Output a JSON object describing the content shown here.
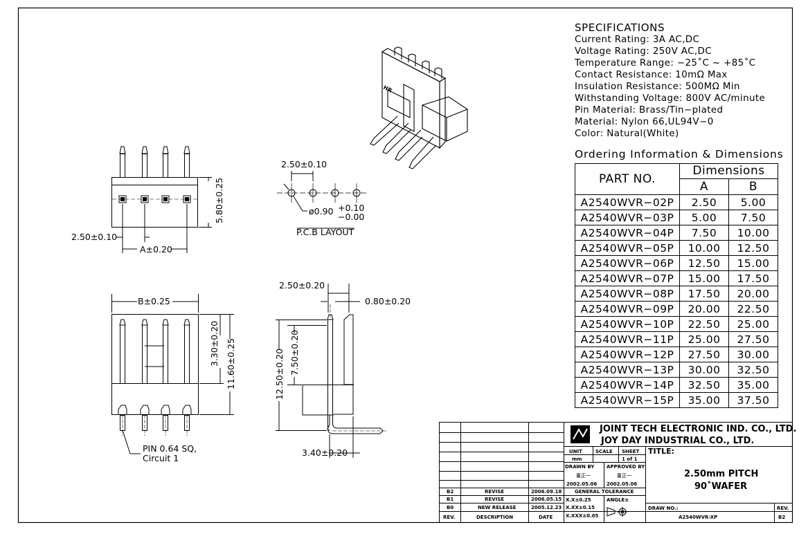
{
  "specifications": {
    "heading": "SPECIFICATIONS",
    "lines": [
      "Current Rating: 3A AC,DC",
      "Voltage Rating: 250V AC,DC",
      "Temperature Range: −25˚C ~ +85˚C",
      "Contact Resistance: 10mΩ Max",
      "Insulation Resistance: 500MΩ Min",
      "Withstanding Voltage: 800V AC/minute",
      "Pin Material: Brass/Tin−plated",
      "Material: Nylon 66,UL94V−0",
      "Color: Natural(White)"
    ]
  },
  "ordering": {
    "title": "Ordering Information & Dimensions",
    "col_part": "PART NO.",
    "col_dims": "Dimensions",
    "col_a": "A",
    "col_b": "B",
    "rows": [
      {
        "part": "A2540WVR−02P",
        "a": "2.50",
        "b": "5.00"
      },
      {
        "part": "A2540WVR−03P",
        "a": "5.00",
        "b": "7.50"
      },
      {
        "part": "A2540WVR−04P",
        "a": "7.50",
        "b": "10.00"
      },
      {
        "part": "A2540WVR−05P",
        "a": "10.00",
        "b": "12.50"
      },
      {
        "part": "A2540WVR−06P",
        "a": "12.50",
        "b": "15.00"
      },
      {
        "part": "A2540WVR−07P",
        "a": "15.00",
        "b": "17.50"
      },
      {
        "part": "A2540WVR−08P",
        "a": "17.50",
        "b": "20.00"
      },
      {
        "part": "A2540WVR−09P",
        "a": "20.00",
        "b": "22.50"
      },
      {
        "part": "A2540WVR−10P",
        "a": "22.50",
        "b": "25.00"
      },
      {
        "part": "A2540WVR−11P",
        "a": "25.00",
        "b": "27.50"
      },
      {
        "part": "A2540WVR−12P",
        "a": "27.50",
        "b": "30.00"
      },
      {
        "part": "A2540WVR−13P",
        "a": "30.00",
        "b": "32.50"
      },
      {
        "part": "A2540WVR−14P",
        "a": "32.50",
        "b": "35.00"
      },
      {
        "part": "A2540WVR−15P",
        "a": "35.00",
        "b": "37.50"
      }
    ]
  },
  "dims": {
    "top_pitch": "2.50±0.10",
    "top_a": "A±0.20",
    "top_height": "5.80±0.25",
    "pcb_pitch": "2.50±0.10",
    "pcb_hole": "ø0.90",
    "pcb_tol_plus": "+0.10",
    "pcb_tol_minus": "−0.00",
    "pcb_label": "P.C.B  LAYOUT",
    "front_b": "B±0.25",
    "front_h1": "3.30±0.20",
    "front_h2": "11.60±0.25",
    "pin_note_1": "PIN  0.64  SQ,",
    "pin_note_2": "Circuit  1",
    "side_top": "2.50±0.20",
    "side_pin": "0.80±0.20",
    "side_h1": "12.50±0.20",
    "side_h2": "7.50±0.20",
    "side_bottom": "3.40±0.20",
    "iso_logo": "HR"
  },
  "titleblock": {
    "company1": "JOINT TECH ELECTRONIC IND. CO., LTD.",
    "company2": "JOY DAY INDUSTRIAL CO., LTD.",
    "unit_label": "UNIT",
    "scale_label": "SCALE",
    "sheet_label": "SHEET",
    "unit_value": "mm",
    "sheet_value": "1 of 1",
    "title_label": "TITLE:",
    "drawn_by_label": "DRAWN BY",
    "approved_by_label": "APPROVED BY",
    "drawn_by": "董正一",
    "approved_by": "董正一",
    "drawn_date": "2002.05.06",
    "approved_date": "2002.05.06",
    "tolerance_label": "GENERAL  TOLERANCE",
    "tol1": "X.X±0.25",
    "tol2": "X.XX±0.15",
    "tol3": "X.XXX±0.05",
    "angle_label": "ANGLE±",
    "title_line1": "2.50mm PITCH",
    "title_line2": "90˚WAFER",
    "draw_no_label": "DRAW NO.:",
    "draw_no": "A2540WVR-XP",
    "rev_label": "REV.",
    "rev_value": "B2",
    "revisions": [
      {
        "rev": "B2",
        "desc": "REVISE",
        "date": "2006.09.18"
      },
      {
        "rev": "B1",
        "desc": "REVISE",
        "date": "2006.05.15"
      },
      {
        "rev": "B0",
        "desc": "NEW RELEASE",
        "date": "2005.12.23"
      }
    ],
    "rev_col": "REV.",
    "desc_col": "DESCRIPTION",
    "date_col": "DATE"
  }
}
